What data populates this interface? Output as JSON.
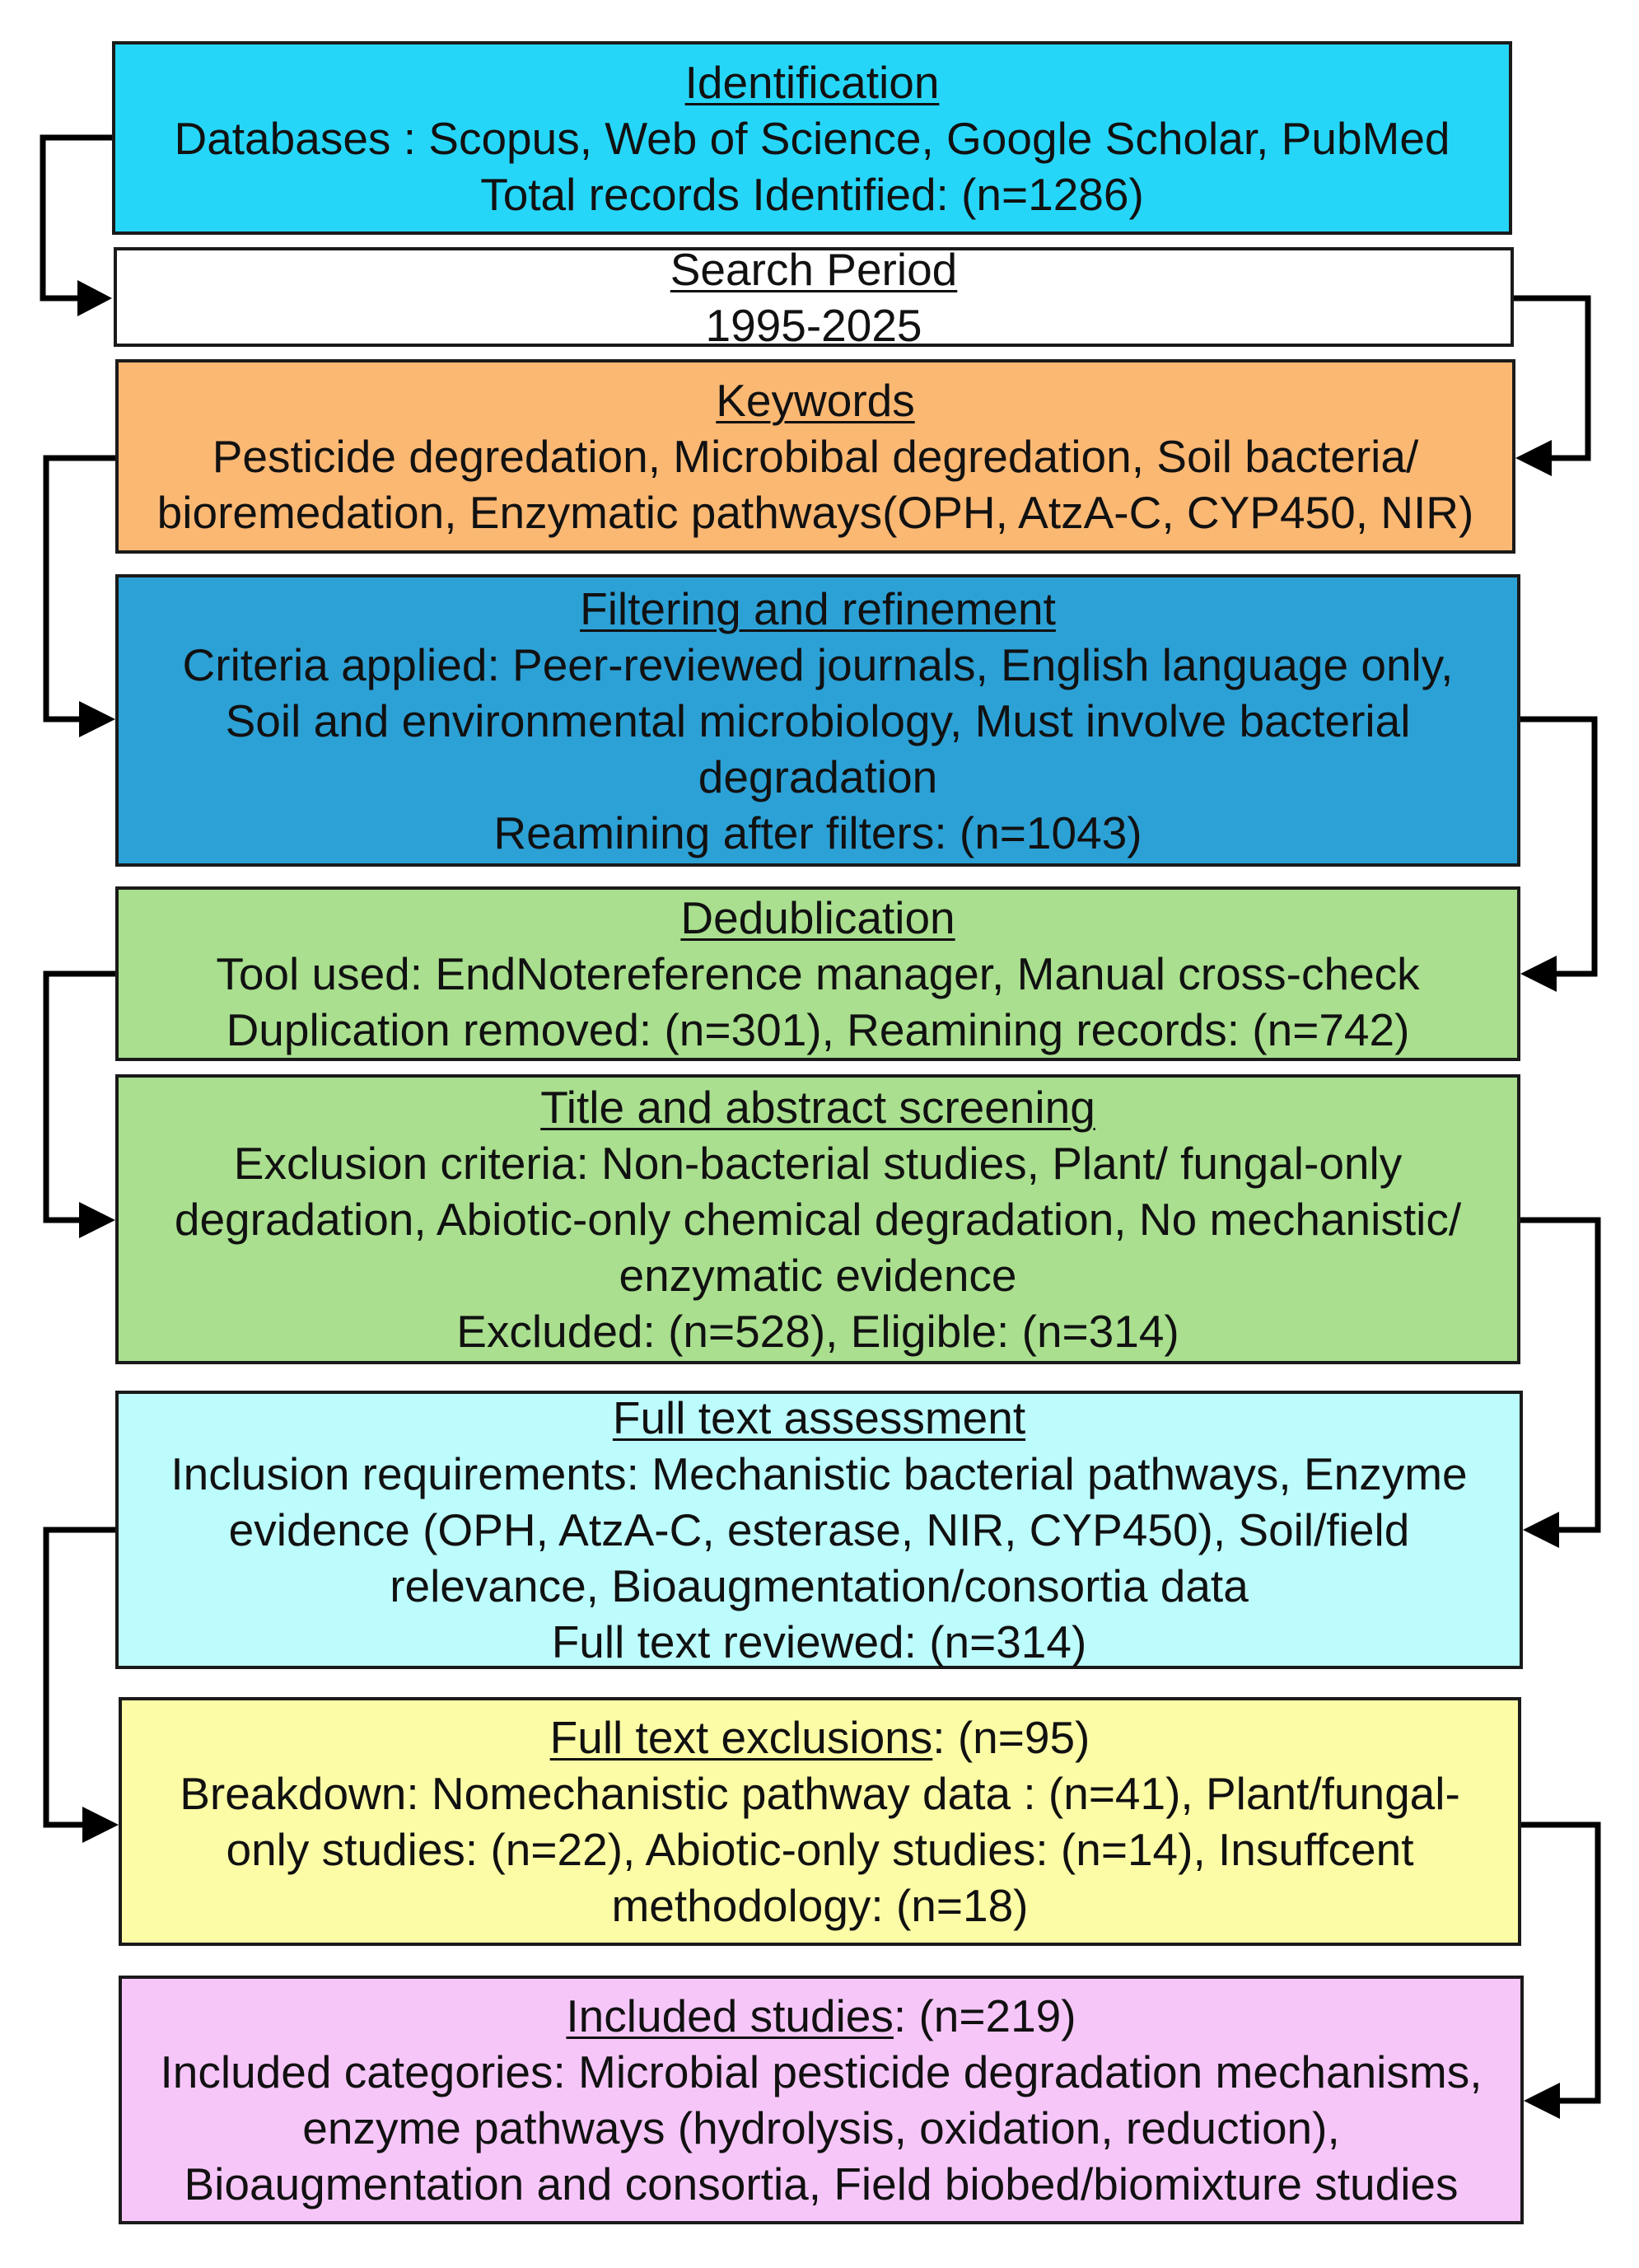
{
  "colors": {
    "identification": "#26d6f8",
    "search_period": "#ffffff",
    "keywords": "#fbb873",
    "filtering": "#2ca1d6",
    "dedup": "#a9df8e",
    "screening": "#a9df8e",
    "fulltext": "#bdfcfd",
    "exclusions": "#fcfca6",
    "included": "#f6c6f9",
    "border": "#1a1a1a",
    "arrow": "#000000"
  },
  "boxes": {
    "identification": {
      "title": "Identification",
      "lines": [
        "Databases : Scopus, Web of  Science, Google Scholar, PubMed",
        "Total records Identified: (n=1286)"
      ]
    },
    "search_period": {
      "title": "Search Period",
      "lines": [
        "1995-2025"
      ]
    },
    "keywords": {
      "title": "Keywords",
      "lines": [
        "Pesticide degredation, Microbibal degredation, Soil bacteria/",
        "bioremedation, Enzymatic pathways(OPH, AtzA-C, CYP450, NIR)"
      ]
    },
    "filtering": {
      "title": "Filtering and refinement ",
      "lines": [
        "Criteria applied: Peer-reviewed journals, English language only,",
        "Soil and environmental microbiology, Must involve bacterial",
        "degradation",
        "Reamining after filters: (n=1043)"
      ]
    },
    "dedup": {
      "title": "Dedublication ",
      "lines": [
        "Tool used: EndNotereference manager, Manual cross-check",
        "Duplication removed: (n=301), Reamining records: (n=742)"
      ]
    },
    "screening": {
      "title": "Title and abstract screening",
      "lines": [
        "Exclusion criteria: Non-bacterial studies, Plant/ fungal-only",
        "degradation, Abiotic-only chemical degradation, No mechanistic/",
        "enzymatic evidence",
        "Excluded: (n=528), Eligible: (n=314)"
      ]
    },
    "fulltext": {
      "title": "Full text assessment",
      "lines": [
        "Inclusion requirements: Mechanistic bacterial pathways, Enzyme",
        "evidence (OPH, AtzA-C, esterase, NIR, CYP450), Soil/field",
        "relevance, Bioaugmentation/consortia data",
        "Full text reviewed: (n=314)"
      ]
    },
    "exclusions": {
      "title": "Full text exclusions",
      "title_suffix": ": (n=95)",
      "lines": [
        "Breakdown: Nomechanistic pathway data : (n=41), Plant/fungal-",
        "only studies: (n=22), Abiotic-only studies: (n=14), Insuffcent",
        "methodology: (n=18)"
      ]
    },
    "included": {
      "title": "Included studies",
      "title_suffix": ": (n=219)",
      "lines": [
        "Included categories: Microbial pesticide degradation mechanisms,",
        "enzyme pathways (hydrolysis, oxidation, reduction),",
        "Bioaugmentation and consortia, Field biobed/biomixture studies"
      ]
    }
  }
}
